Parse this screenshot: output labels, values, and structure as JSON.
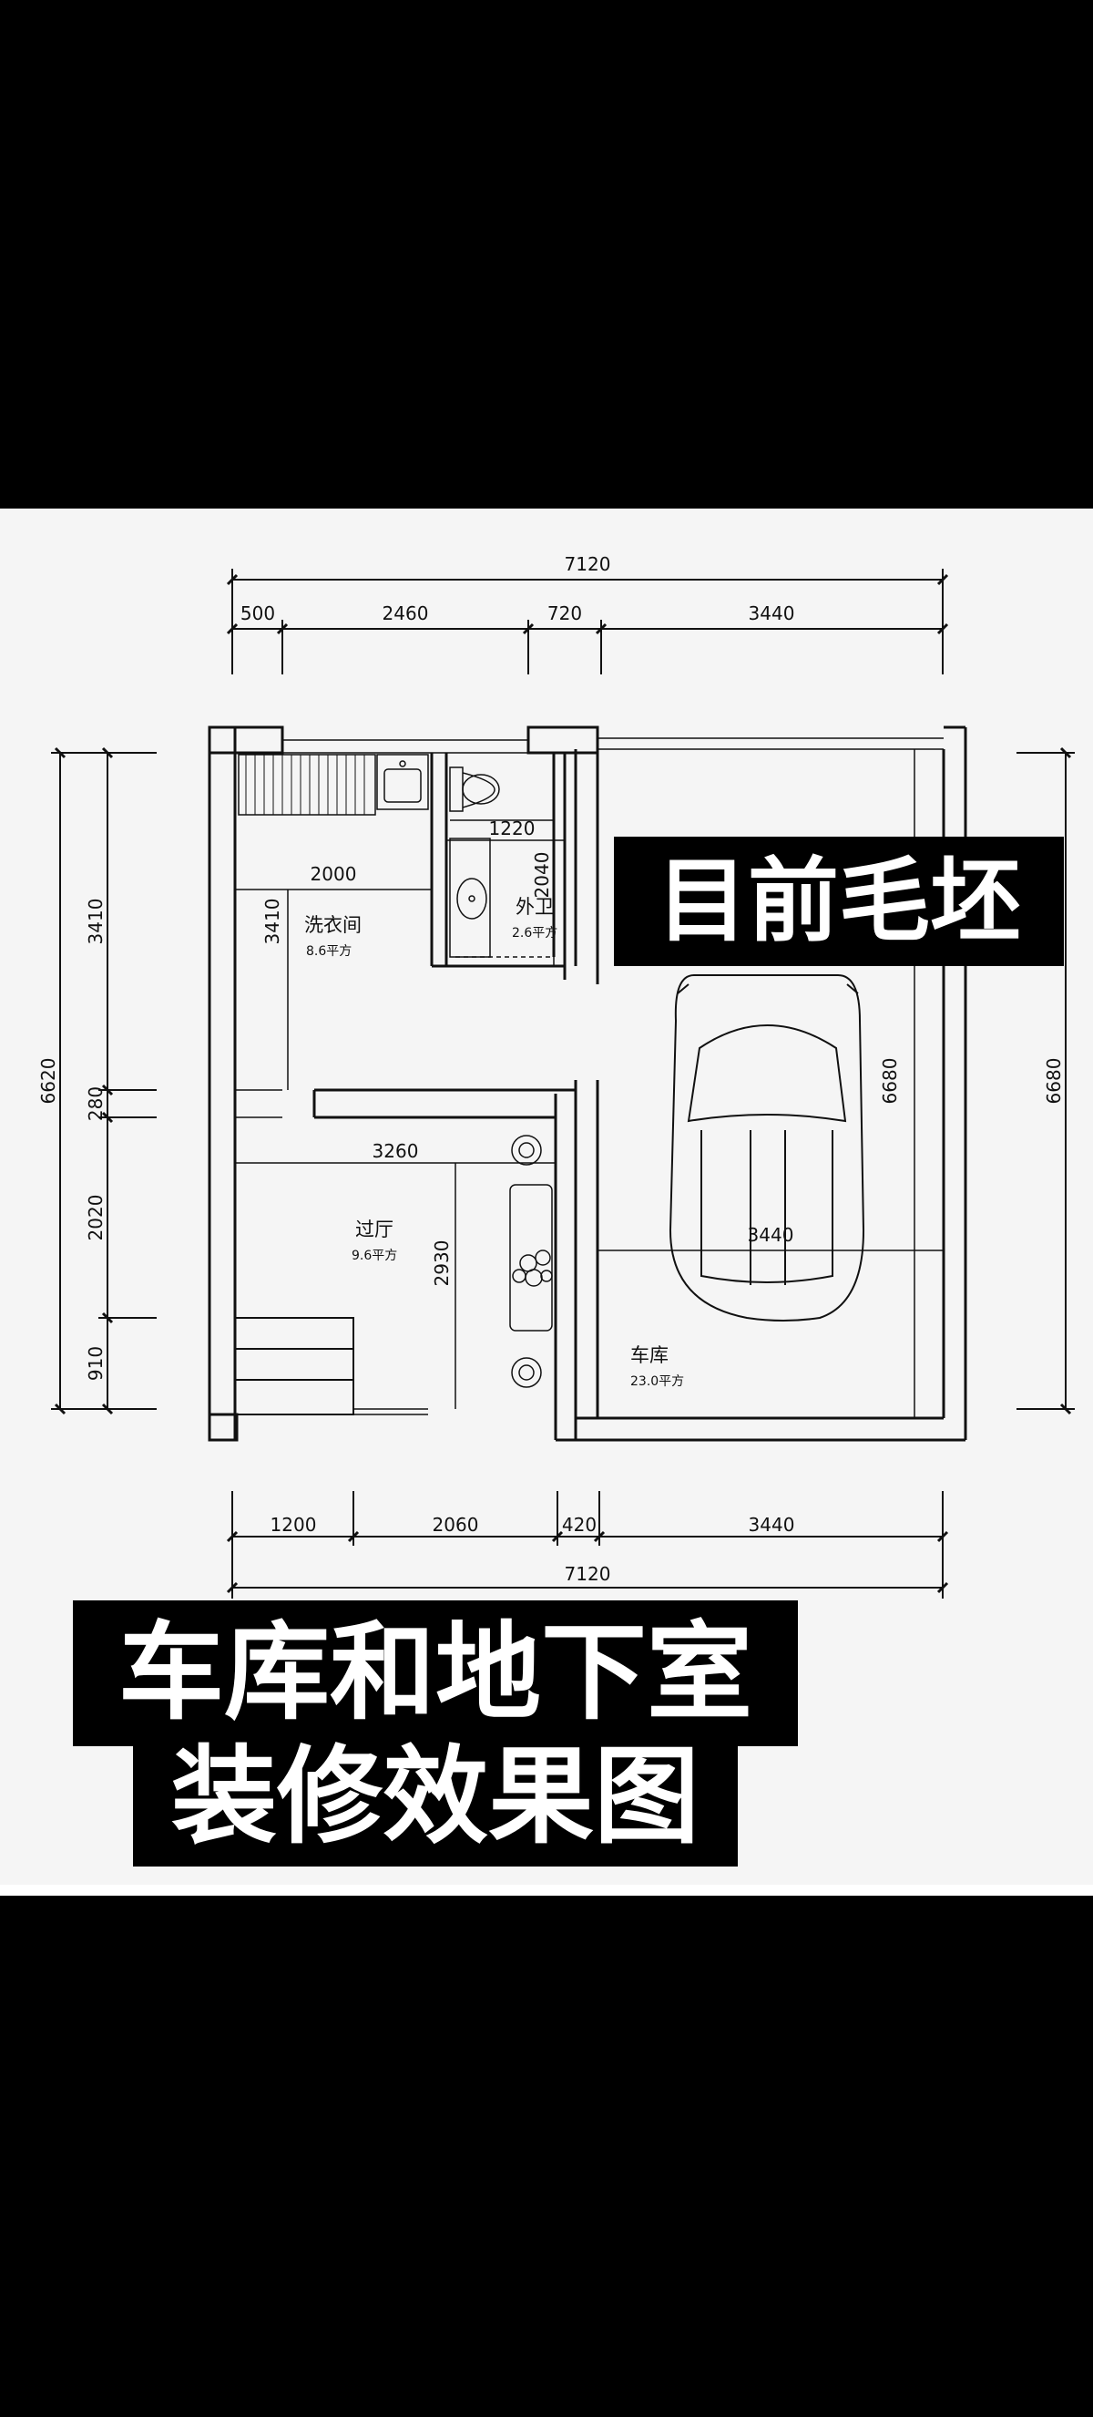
{
  "overlay": {
    "status": "目前毛坯",
    "title_line1": "车库和地下室",
    "title_line2": "装修效果图"
  },
  "dimensions": {
    "top_total": "7120",
    "top_segments": [
      "500",
      "2460",
      "720",
      "3440"
    ],
    "bottom_total": "7120",
    "bottom_segments": [
      "1200",
      "2060",
      "420",
      "3440"
    ],
    "left_total": "6620",
    "left_segments": [
      "3410",
      "280",
      "2020",
      "910"
    ],
    "right_total": "6680",
    "inner": {
      "laundry_width": "2000",
      "laundry_height": "3410",
      "bath_width": "1220",
      "bath_height": "2040",
      "hall_width": "3260",
      "hall_height": "2930",
      "garage_width": "3440",
      "garage_height": "6680"
    }
  },
  "rooms": {
    "laundry": {
      "name": "洗衣间",
      "area": "8.6平方"
    },
    "bathroom": {
      "name": "外卫",
      "area": "2.6平方"
    },
    "hall": {
      "name": "过厅",
      "area": "9.6平方"
    },
    "garage": {
      "name": "车库",
      "area": "23.0平方"
    }
  }
}
